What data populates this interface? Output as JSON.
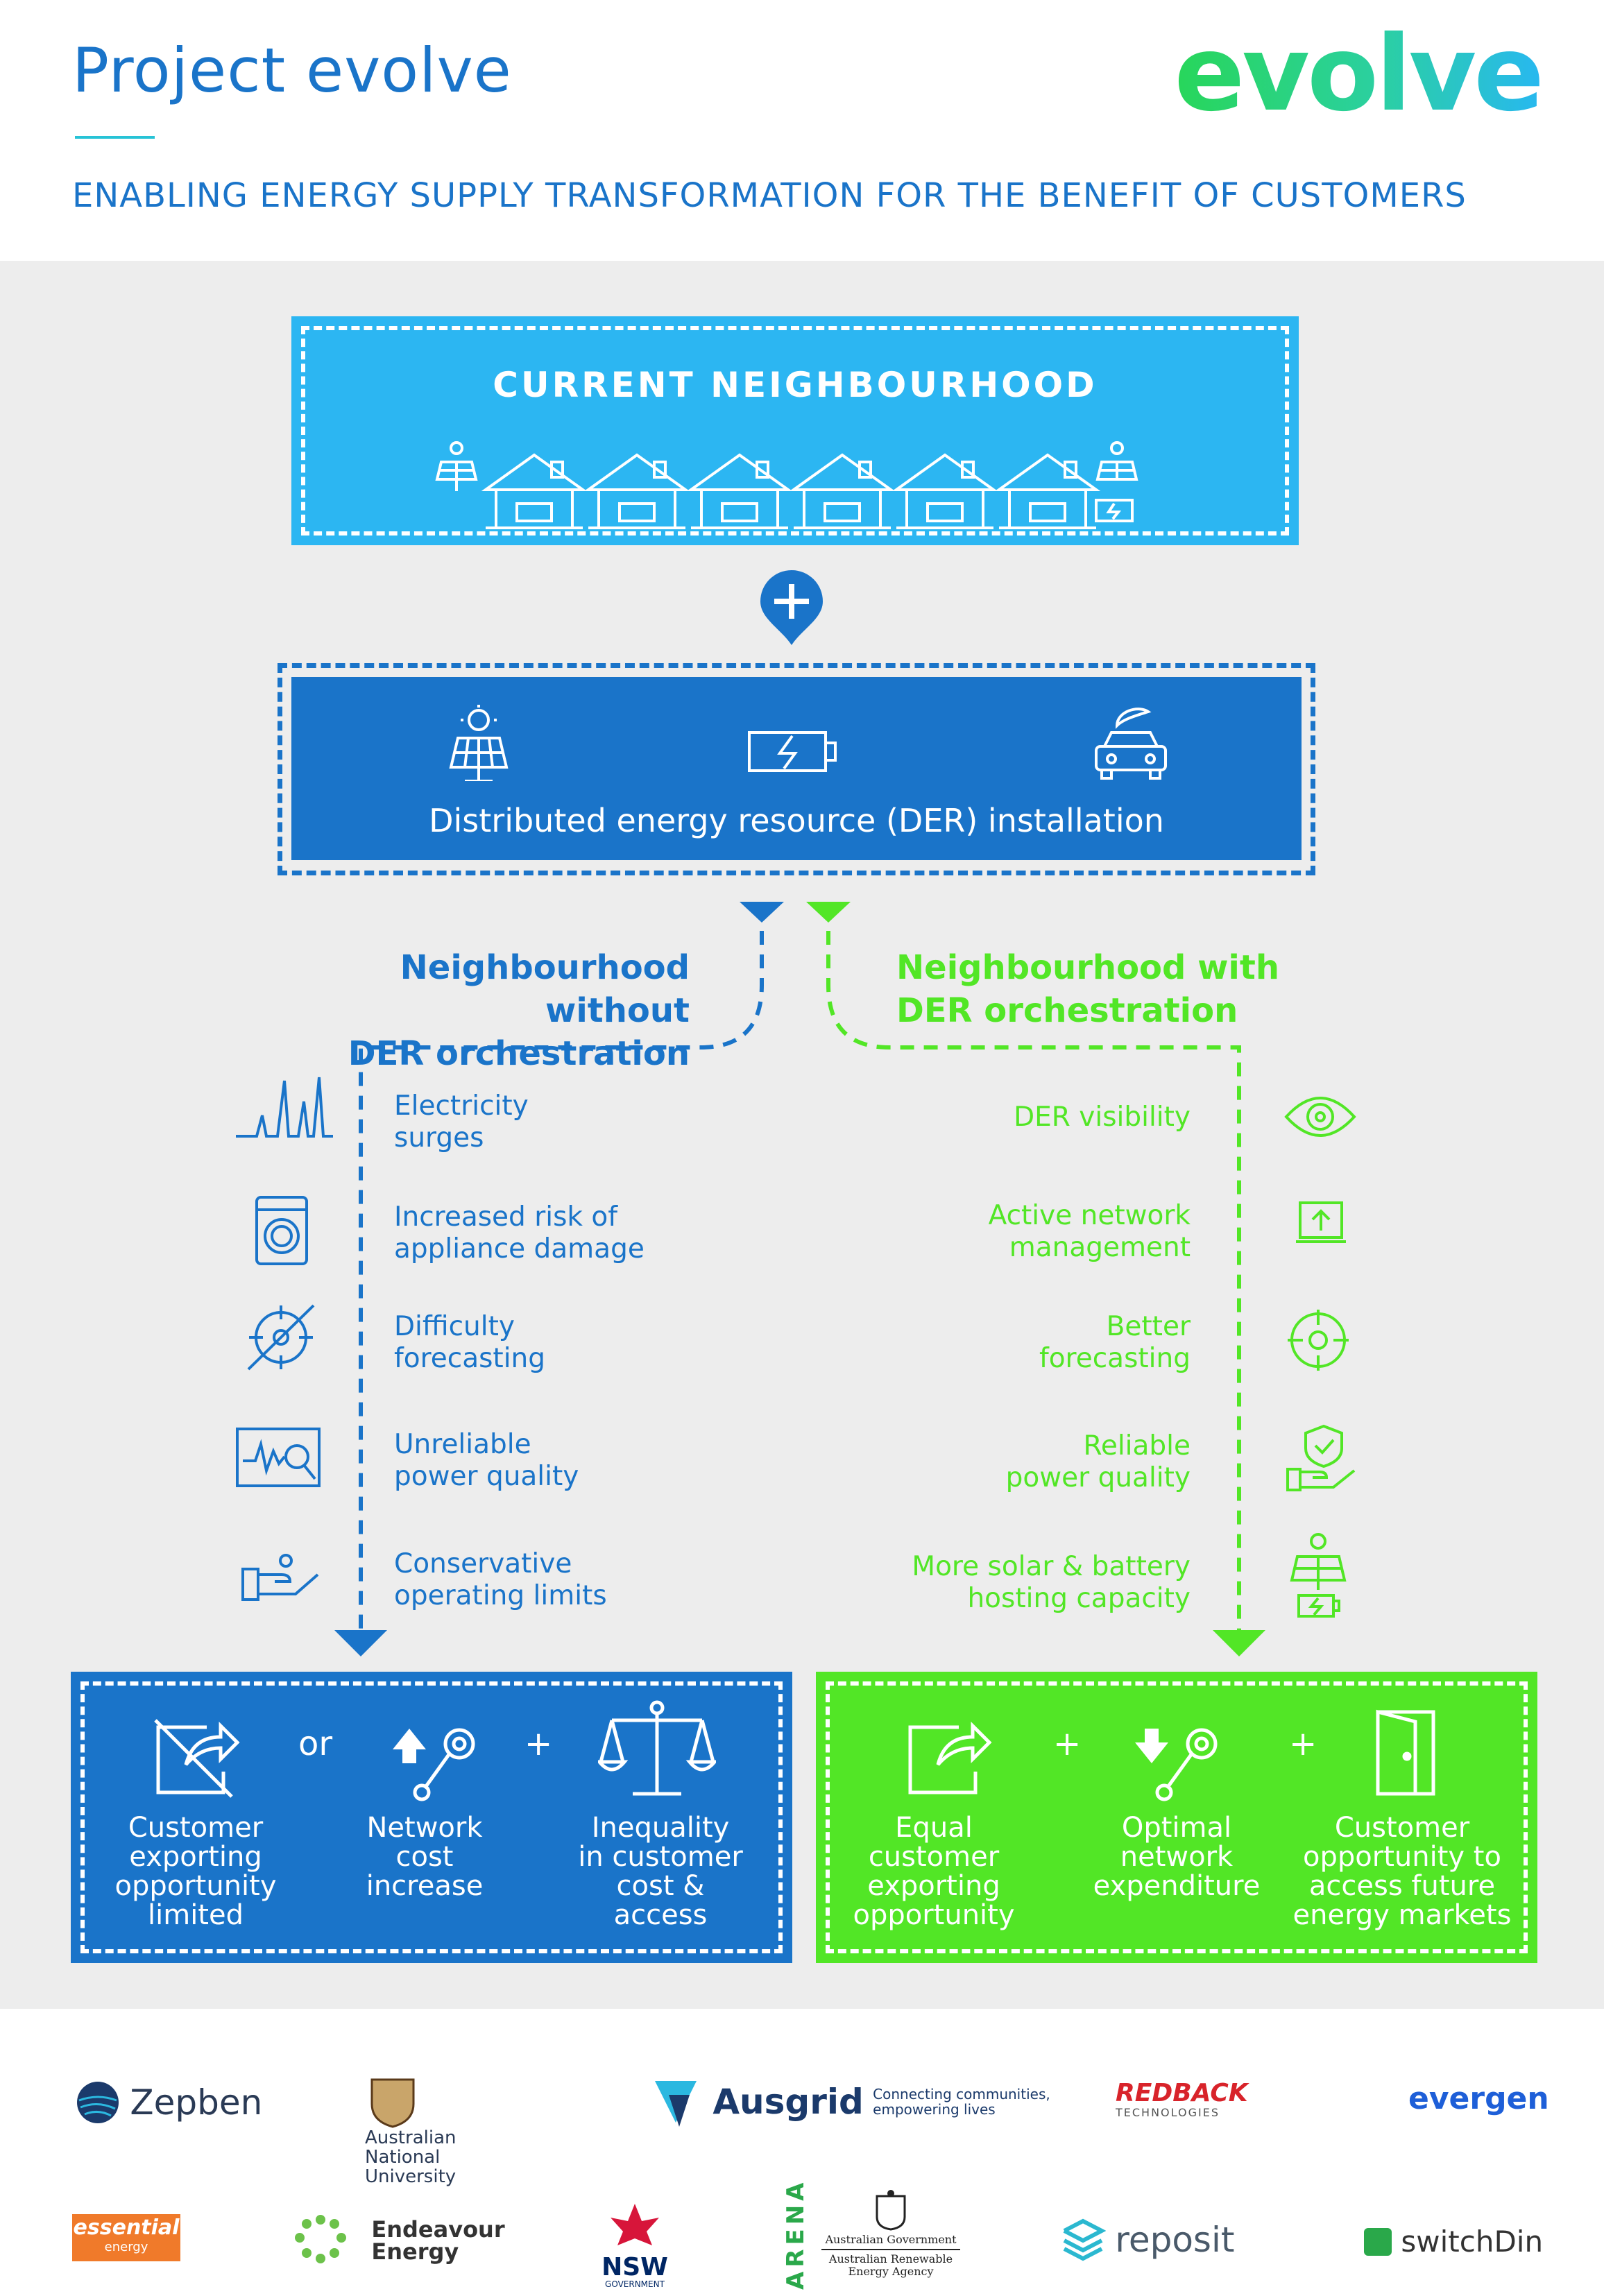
{
  "header": {
    "title": "Project evolve",
    "subtitle": "ENABLING ENERGY SUPPLY TRANSFORMATION FOR THE BENEFIT OF CUSTOMERS",
    "logo_text": "evolve"
  },
  "current": {
    "title": "CURRENT NEIGHBOURHOOD"
  },
  "der": {
    "label": "Distributed energy resource (DER) installation"
  },
  "left": {
    "heading_line1": "Neighbourhood without",
    "heading_line2": "DER orchestration",
    "items": [
      {
        "l1": "Electricity",
        "l2": "surges",
        "icon": "spike-graph-icon"
      },
      {
        "l1": "Increased risk of",
        "l2": "appliance damage",
        "icon": "washing-machine-icon"
      },
      {
        "l1": "Difficulty",
        "l2": "forecasting",
        "icon": "target-crossed-icon"
      },
      {
        "l1": "Unreliable",
        "l2": "power quality",
        "icon": "monitor-search-icon"
      },
      {
        "l1": "Conservative",
        "l2": "operating limits",
        "icon": "hand-coin-icon"
      }
    ],
    "outcomes": [
      {
        "l1": "Customer",
        "l2": "exporting",
        "l3": "opportunity",
        "l4": "limited"
      },
      {
        "l1": "Network",
        "l2": "cost",
        "l3": "increase",
        "l4": ""
      },
      {
        "l1": "Inequality",
        "l2": "in customer",
        "l3": "cost &",
        "l4": "access"
      }
    ],
    "op1": "or",
    "op2": "+"
  },
  "right": {
    "heading_line1": "Neighbourhood with",
    "heading_line2": "DER orchestration",
    "items": [
      {
        "l1": "DER visibility",
        "l2": "",
        "icon": "eye-icon"
      },
      {
        "l1": "Active network",
        "l2": "management",
        "icon": "laptop-upload-icon"
      },
      {
        "l1": "Better",
        "l2": "forecasting",
        "icon": "target-icon"
      },
      {
        "l1": "Reliable",
        "l2": "power quality",
        "icon": "hand-shield-icon"
      },
      {
        "l1": "More solar & battery",
        "l2": "hosting capacity",
        "icon": "solar-battery-icon"
      }
    ],
    "outcomes": [
      {
        "l1": "Equal",
        "l2": "customer",
        "l3": "exporting",
        "l4": "opportunity"
      },
      {
        "l1": "Optimal",
        "l2": "network",
        "l3": "expenditure",
        "l4": ""
      },
      {
        "l1": "Customer",
        "l2": "opportunity to",
        "l3": "access future",
        "l4": "energy markets"
      }
    ],
    "op1": "+",
    "op2": "+"
  },
  "partners": {
    "zepben": "Zepben",
    "anu_l1": "Australian",
    "anu_l2": "National",
    "anu_l3": "University",
    "ausgrid": "Ausgrid",
    "ausgrid_tag1": "Connecting communities,",
    "ausgrid_tag2": "empowering lives",
    "redback": "REDBACK",
    "redback_sub": "TECHNOLOGIES",
    "evergen": "evergen",
    "essential1": "essential",
    "essential2": "energy",
    "endeavour1": "Endeavour",
    "endeavour2": "Energy",
    "nsw1": "NSW",
    "nsw2": "GOVERNMENT",
    "arena": "ARENA",
    "gov1": "Australian Government",
    "gov2": "Australian Renewable",
    "gov3": "Energy Agency",
    "reposit": "reposit",
    "switchdin": "switchDin"
  },
  "colors": {
    "blue": "#1a74c9",
    "light_blue": "#2cb6f2",
    "green": "#52e626",
    "grey_bg": "#ededed"
  }
}
